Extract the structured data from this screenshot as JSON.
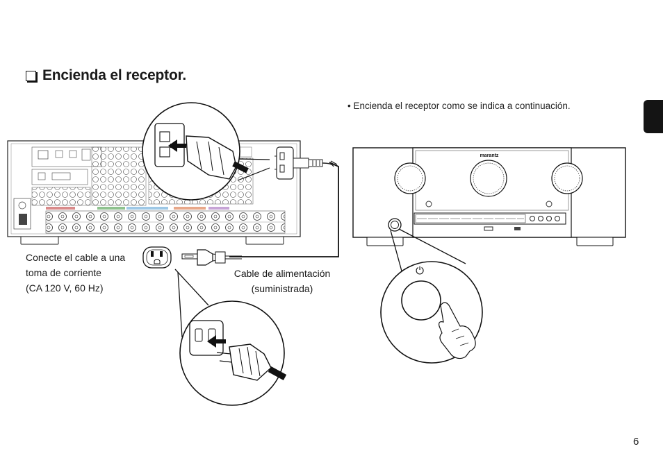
{
  "heading": {
    "checkbox": "❑",
    "title": "Encienda el receptor."
  },
  "instruction": "• Encienda el receptor como se indica a continuación.",
  "outlet_label": [
    "Conecte el cable a una",
    "toma de corriente",
    "(CA 120 V, 60 Hz)"
  ],
  "cable_label": [
    "Cable de alimentación",
    "(suministrada)"
  ],
  "brand_logo": "marantz",
  "power_symbol": "⏻",
  "page_number": "6",
  "icons": [
    "power-outlet-icon",
    "power-plug-icon",
    "iec-inlet-icon",
    "power-button-icon",
    "hand-pointer-icon"
  ]
}
